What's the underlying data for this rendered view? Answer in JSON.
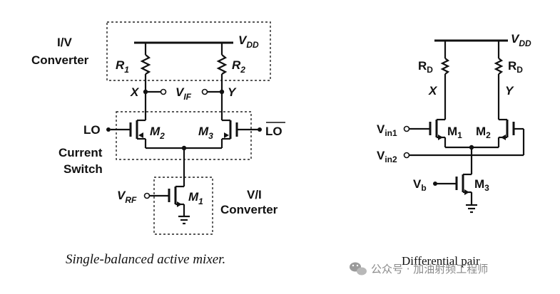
{
  "mixer": {
    "caption": "Single-balanced active mixer.",
    "box_iv": {
      "line1": "I/V",
      "line2": "Converter"
    },
    "box_switch": {
      "line1": "Current",
      "line2": "Switch"
    },
    "box_vi": {
      "line1": "V/I",
      "line2": "Converter"
    },
    "vdd": {
      "main": "V",
      "sub": "DD"
    },
    "r1": {
      "main": "R",
      "sub": "1"
    },
    "r2": {
      "main": "R",
      "sub": "2"
    },
    "node_x": "X",
    "node_y": "Y",
    "vif": {
      "main": "V",
      "sub": "IF"
    },
    "lo": "LO",
    "lo_bar": "LO",
    "m1": {
      "main": "M",
      "sub": "1"
    },
    "m2": {
      "main": "M",
      "sub": "2"
    },
    "m3": {
      "main": "M",
      "sub": "3"
    },
    "vrf": {
      "main": "V",
      "sub": "RF"
    }
  },
  "diffpair": {
    "caption": "Differential pair",
    "vdd": {
      "main": "V",
      "sub": "DD"
    },
    "rd_left": {
      "main": "R",
      "sub": "D"
    },
    "rd_right": {
      "main": "R",
      "sub": "D"
    },
    "node_x": "X",
    "node_y": "Y",
    "vin1": {
      "main": "V",
      "sub": "in1"
    },
    "vin2": {
      "main": "V",
      "sub": "in2"
    },
    "vb": {
      "main": "V",
      "sub": "b"
    },
    "m1": {
      "main": "M",
      "sub": "1"
    },
    "m2": {
      "main": "M",
      "sub": "2"
    },
    "m3": {
      "main": "M",
      "sub": "3"
    }
  },
  "watermark": {
    "text": "公众号 · 加油射频工程师",
    "icon": "wechat-icon"
  }
}
